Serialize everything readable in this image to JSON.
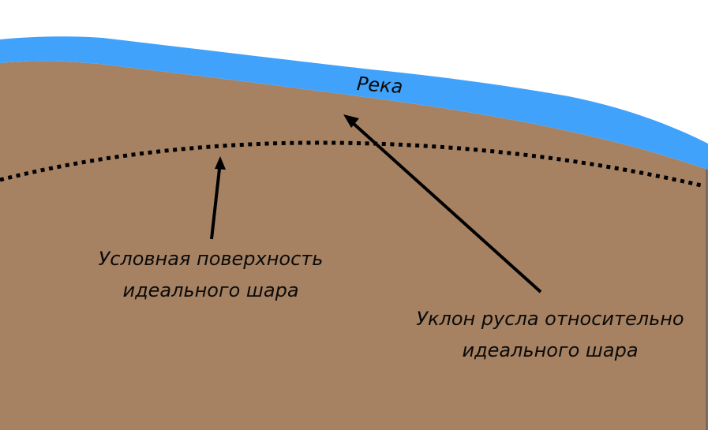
{
  "diagram": {
    "title": "",
    "colors": {
      "background": "#ffffff",
      "ground": "#a68262",
      "river": "#41a2fb",
      "lines": "#000000",
      "ground_edge": "#6b6058"
    },
    "labels": {
      "river": "Река",
      "ideal_sphere": {
        "line1": "Условная поверхность",
        "line2": "идеального шара"
      },
      "bed_slope": {
        "line1": "Уклон русла относительно",
        "line2": "идеального шара"
      }
    },
    "elements": {
      "river_band": "river",
      "ground_body": "ground",
      "ideal_sphere_curve": "dotted-arc",
      "arrow_to_sphere": "arrow-up",
      "arrow_to_river_bed": "arrow-up-left"
    }
  }
}
